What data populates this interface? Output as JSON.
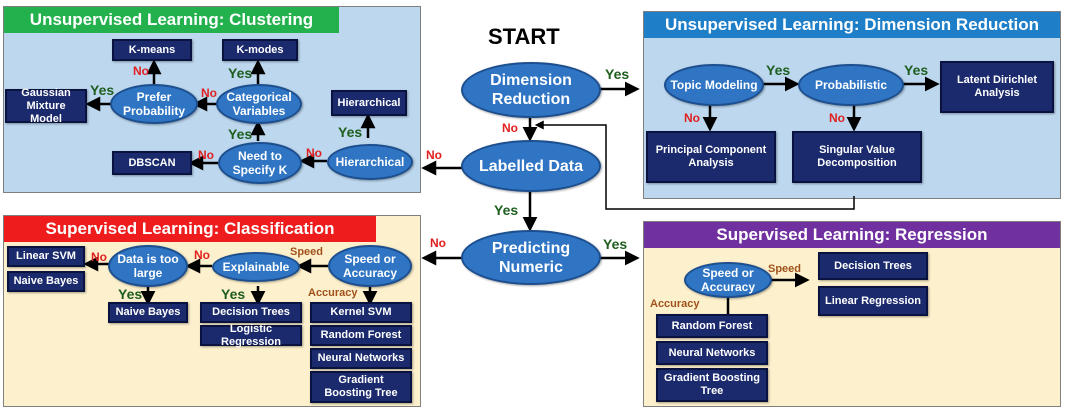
{
  "start": "START",
  "panels": {
    "clustering": "Unsupervised Learning: Clustering",
    "dimension_reduction": "Unsupervised Learning: Dimension Reduction",
    "classification": "Supervised Learning: Classification",
    "regression": "Supervised Learning: Regression"
  },
  "colors": {
    "clustering": "#22b14c",
    "dimension_reduction": "#1e7ec8",
    "classification": "#ee1c1c",
    "regression": "#7030a0"
  },
  "center": {
    "dimension_reduction": "Dimension Reduction",
    "labelled_data": "Labelled Data",
    "predicting_numeric": "Predicting Numeric"
  },
  "dr": {
    "topic_modeling": "Topic Modeling",
    "probabilistic": "Probabilistic",
    "lda": "Latent Dirichlet Analysis",
    "pca": "Principal Component Analysis",
    "svd": "Singular Value Decomposition"
  },
  "cl": {
    "kmeans": "K-means",
    "kmodes": "K-modes",
    "gmm": "Gaussian Mixture Model",
    "prefer_probability": "Prefer Probability",
    "categorical_variables": "Categorical Variables",
    "hierarchical_q": "Hierarchical",
    "hierarchical_box": "Hierarchical",
    "need_k": "Need to Specify K",
    "dbscan": "DBSCAN"
  },
  "cls": {
    "linear_svm": "Linear SVM",
    "naive_bayes_1": "Naive Bayes",
    "data_too_large": "Data is too large",
    "naive_bayes_2": "Naive Bayes",
    "explainable": "Explainable",
    "decision_trees": "Decision Trees",
    "logistic_regression": "Logistic Regression",
    "speed_accuracy": "Speed or Accuracy",
    "kernel_svm": "Kernel SVM",
    "random_forest": "Random Forest",
    "neural_networks": "Neural Networks",
    "gbt": "Gradient Boosting Tree"
  },
  "reg": {
    "speed_accuracy": "Speed or Accuracy",
    "decision_trees": "Decision Trees",
    "linear_regression": "Linear Regression",
    "random_forest": "Random Forest",
    "neural_networks": "Neural Networks",
    "gbt": "Gradient Boosting Tree"
  },
  "labels": {
    "yes": "Yes",
    "no": "No",
    "speed": "Speed",
    "accuracy": "Accuracy"
  }
}
